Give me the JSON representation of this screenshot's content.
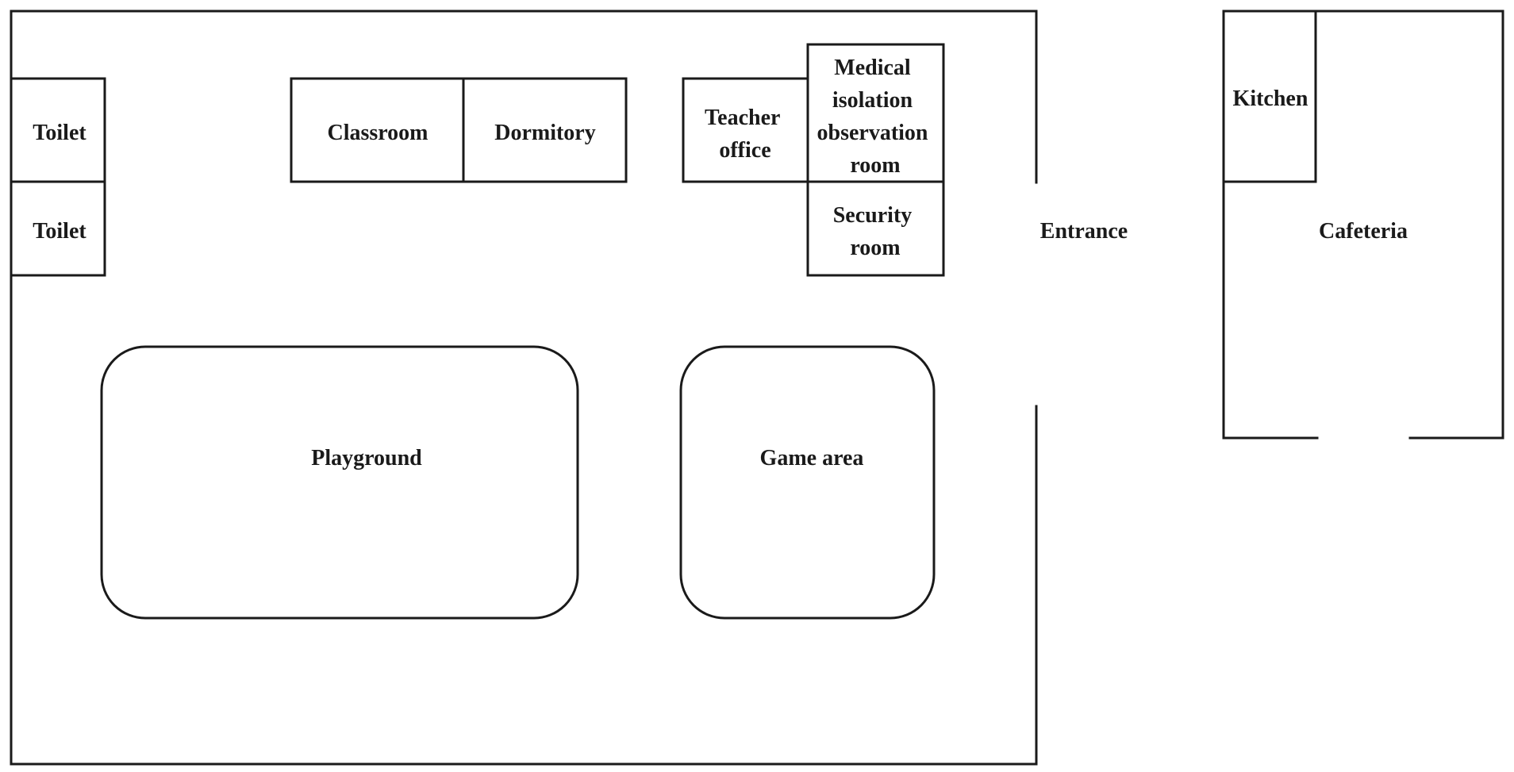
{
  "rooms": {
    "toilet_top": "Toilet",
    "toilet_bottom": "Toilet",
    "classroom": "Classroom",
    "dormitory": "Dormitory",
    "teacher_office": [
      "Teacher",
      "office"
    ],
    "medical_isolation": [
      "Medical",
      "isolation",
      "observation",
      "room"
    ],
    "security_room": [
      "Security",
      "room"
    ],
    "playground": "Playground",
    "game_area": "Game area",
    "entrance": "Entrance",
    "kitchen": "Kitchen",
    "cafeteria": "Cafeteria"
  }
}
